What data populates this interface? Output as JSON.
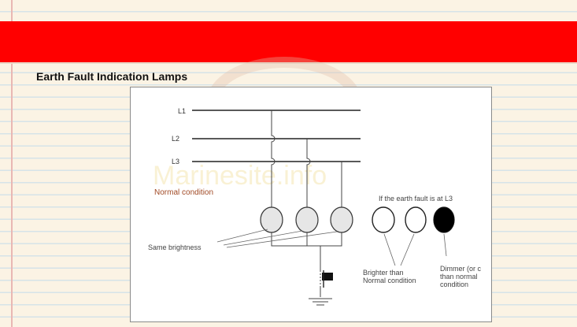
{
  "slide": {
    "title": "Earth Fault Indication Lamps",
    "accent_band_color": "#ff0000"
  },
  "diagram": {
    "watermark": "Marinesite.info",
    "lines": [
      "L1",
      "L2",
      "L3"
    ],
    "normal_condition_label": "Normal condition",
    "fault_heading": "If the earth fault is at L3",
    "same_brightness_label": "Same brightness",
    "brighter_label": [
      "Brighter than",
      "Normal condition"
    ],
    "dimmer_label": [
      "Dimmer (or c",
      "than normal",
      "condition"
    ],
    "lamp_fill_normal": "#e6e6e6",
    "lamp_fill_faulted": "#000000"
  }
}
